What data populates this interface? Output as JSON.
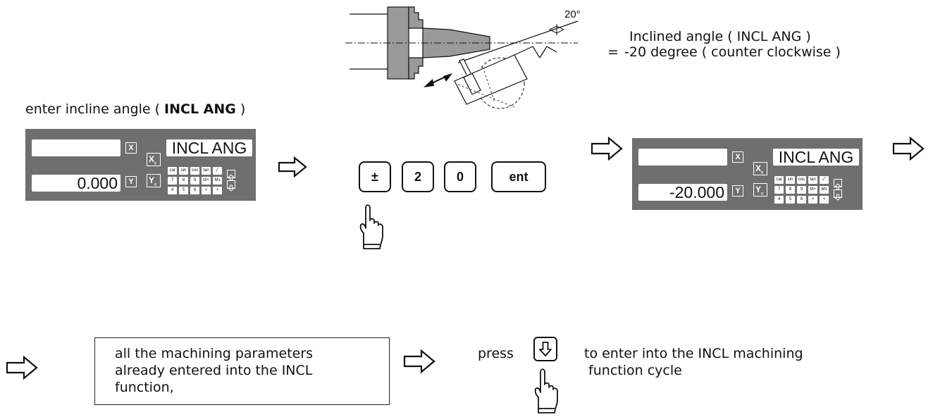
{
  "diagram": {
    "angle_label": "20°"
  },
  "description": {
    "line1": "Inclined angle ( INCL ANG )",
    "eq": "=",
    "line2": "-20 degree ( counter clockwise )"
  },
  "step1": {
    "prefix": "enter incline angle ( ",
    "bold": "INCL ANG",
    "suffix": " )"
  },
  "dro_left": {
    "x_value": "",
    "y_value": "0.000",
    "title": "INCL ANG"
  },
  "dro_right": {
    "x_value": "",
    "y_value": "-20.000",
    "title": "INCL ANG"
  },
  "dro_common": {
    "axis_x": "X",
    "axis_y": "Y",
    "axis_xc": "X",
    "axis_yc": "Y",
    "sub": "c",
    "keys_row1": [
      "cal",
      "sin",
      "cos",
      "tan",
      "√‾"
    ],
    "keys_row2": [
      "7",
      "8",
      "9",
      "M+",
      "Ms"
    ],
    "keys_row3": [
      "4",
      "5",
      "6",
      "×",
      "+"
    ]
  },
  "keypad": {
    "plusminus": "±",
    "two": "2",
    "zero": "0",
    "ent": "ent"
  },
  "note": {
    "line1": "all the machining parameters",
    "line2": "already entered into the INCL",
    "line3": "function,"
  },
  "final": {
    "press": "press",
    "line1": "to enter into the INCL machining",
    "line2": " function cycle"
  },
  "colors": {
    "panel": "#6f6f6f",
    "chuck": "#9a9a9a",
    "ink": "#111111"
  }
}
